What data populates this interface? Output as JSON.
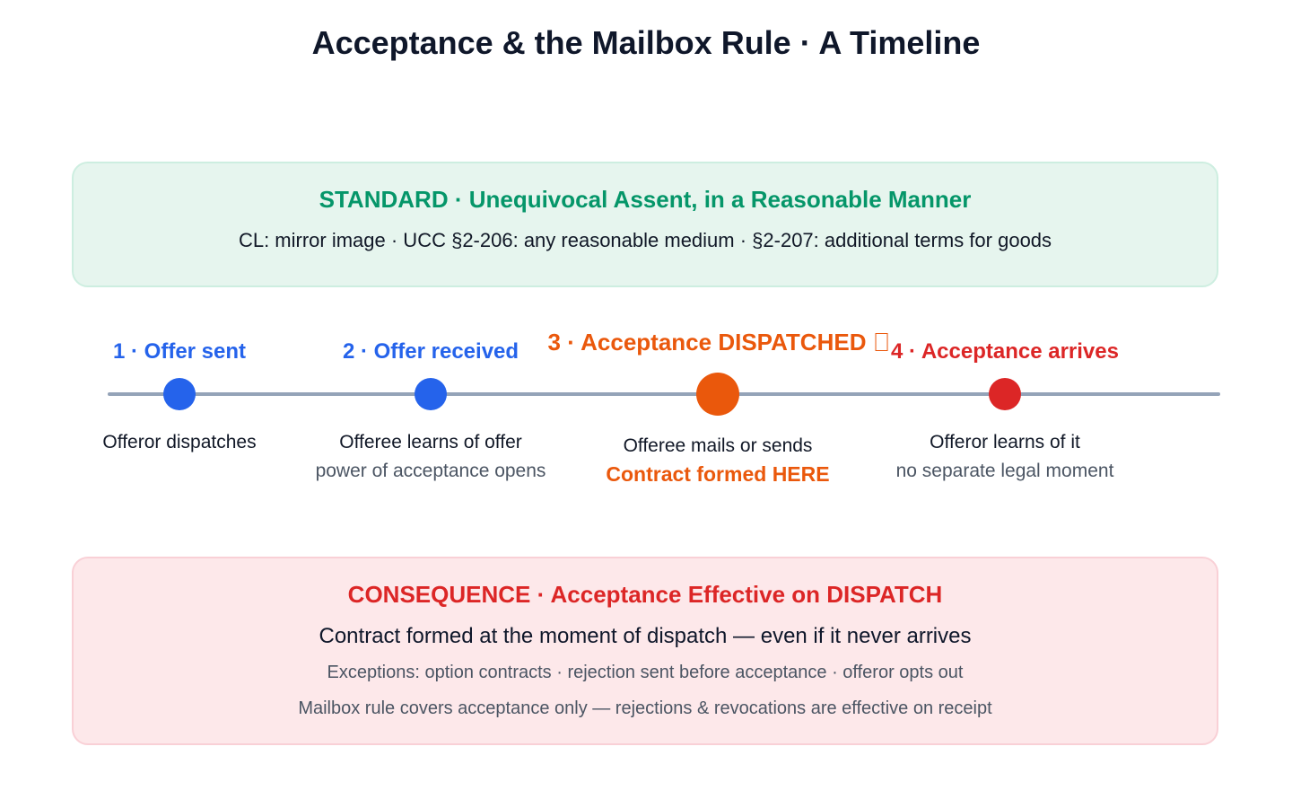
{
  "page": {
    "title": "Acceptance & the Mailbox Rule · A Timeline"
  },
  "standard": {
    "heading": "STANDARD · Unequivocal Assent, in a Reasonable Manner",
    "body": "CL: mirror image · UCC §2-206: any reasonable medium · §2-207: additional terms for goods",
    "color": "#059669"
  },
  "timeline": {
    "axis_color": "#94a3b8",
    "milestones": [
      {
        "label": "1 · Offer sent",
        "description": "Offeror dispatches",
        "note": "",
        "color": "#2563eb"
      },
      {
        "label": "2 · Offer received",
        "description": "Offeree learns of offer",
        "note": "power of acceptance opens",
        "color": "#2563eb"
      },
      {
        "label": "3 · Acceptance DISPATCHED",
        "icon": "mailbox-icon",
        "description": "Offeree mails or sends",
        "note": "Contract formed HERE",
        "color": "#ea580c",
        "emphasis": true
      },
      {
        "label": "4 · Acceptance arrives",
        "description": "Offeror learns of it",
        "note": "no separate legal moment",
        "color": "#dc2626"
      }
    ]
  },
  "consequence": {
    "heading": "CONSEQUENCE · Acceptance Effective on DISPATCH",
    "main": "Contract formed at the moment of dispatch — even if it never arrives",
    "note_1": "Exceptions: option contracts · rejection sent before acceptance · offeror opts out",
    "note_2": "Mailbox rule covers acceptance only — rejections & revocations are effective on receipt",
    "color": "#dc2626"
  }
}
